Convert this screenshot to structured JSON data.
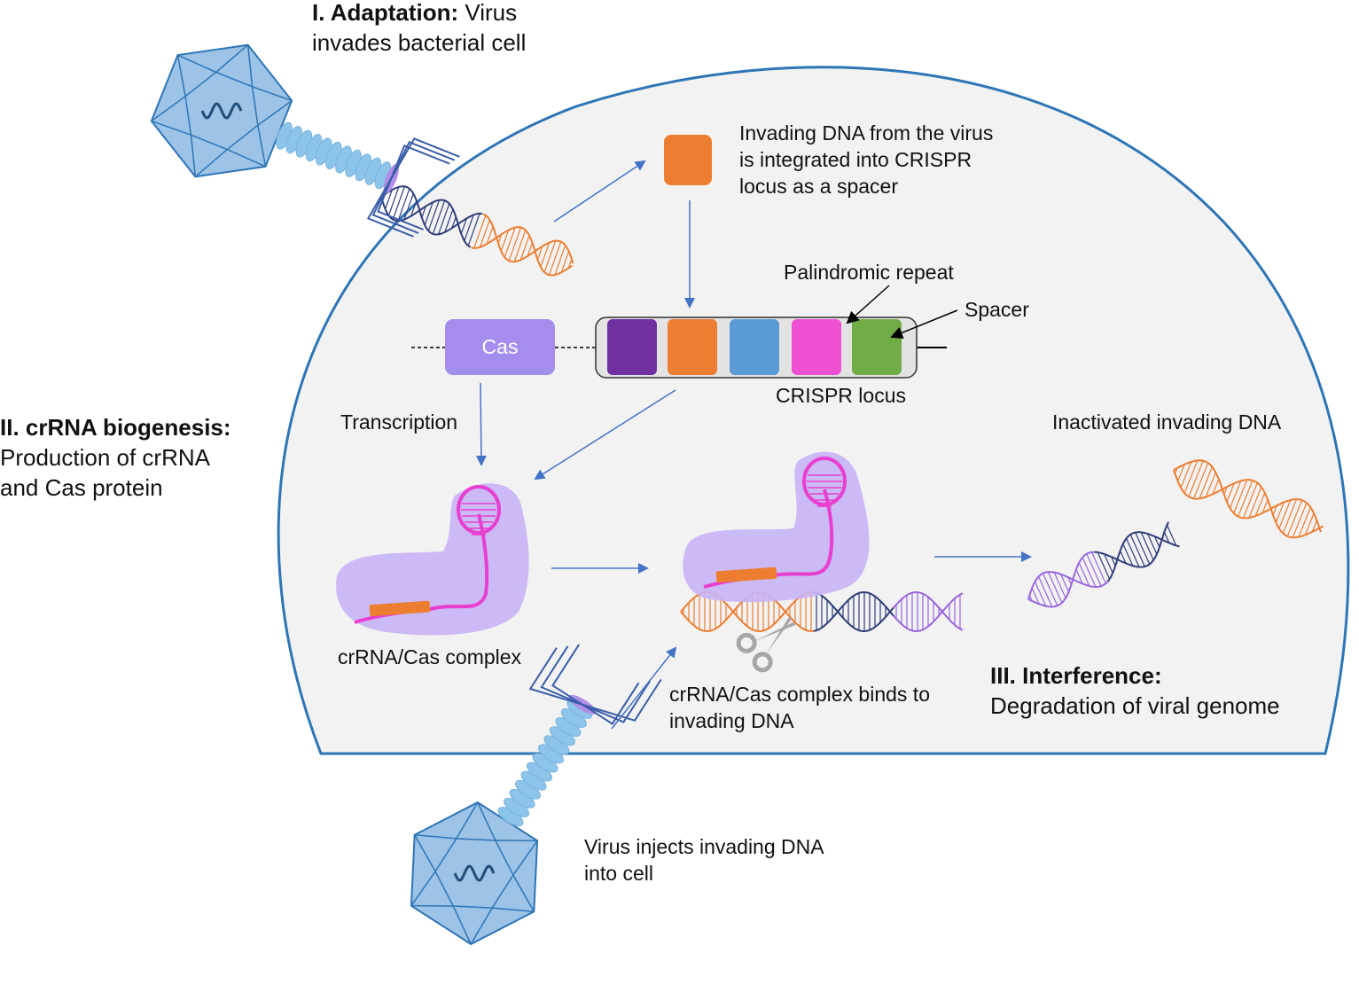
{
  "diagram": {
    "stage_1": {
      "heading": "I. Adaptation:",
      "text_1": " Virus",
      "text_2": "invades bacterial cell"
    },
    "stage_2": {
      "heading": "II. crRNA biogenesis:",
      "line_1": "Production of crRNA",
      "line_2": "and Cas protein"
    },
    "stage_3": {
      "heading": "III. Interference:",
      "line_1": "Degradation of viral genome"
    },
    "spacer_note": {
      "line_1": "Invading DNA from the virus",
      "line_2": "is integrated into CRISPR",
      "line_3": "locus as a spacer"
    },
    "palindromic_repeat": "Palindromic repeat",
    "spacer": "Spacer",
    "cas": "Cas",
    "crispr_locus": "CRISPR locus",
    "transcription": "Transcription",
    "complex": "crRNA/Cas complex",
    "binds": {
      "line_1": "crRNA/Cas complex binds to",
      "line_2": "invading DNA"
    },
    "inactivated": "Inactivated invading DNA",
    "injects": {
      "line_1": "Virus injects invading DNA",
      "line_2": "into cell"
    }
  },
  "colors": {
    "cell_outline": "#2e75b6",
    "cell_fill": "#f2f2f2",
    "arrow": "#4472c4",
    "cas_box": "#a48ded",
    "spacer_orange": "#ed7d31",
    "crispr_blocks": [
      "#7030a0",
      "#ed7d31",
      "#5b9bd5",
      "#ee4fd3",
      "#70ad47"
    ],
    "dna_navy": "#2f3d7a",
    "dna_purple": "#9966dd",
    "crrna_pink": "#e83fd0",
    "cas_protein": "#c6b4f5",
    "virus_fill": "#9dc3e6",
    "virus_edge": "#2e75b6"
  },
  "icons": [
    "virus-icon",
    "dna-helix-icon",
    "scissors-icon",
    "cas-protein-icon"
  ]
}
